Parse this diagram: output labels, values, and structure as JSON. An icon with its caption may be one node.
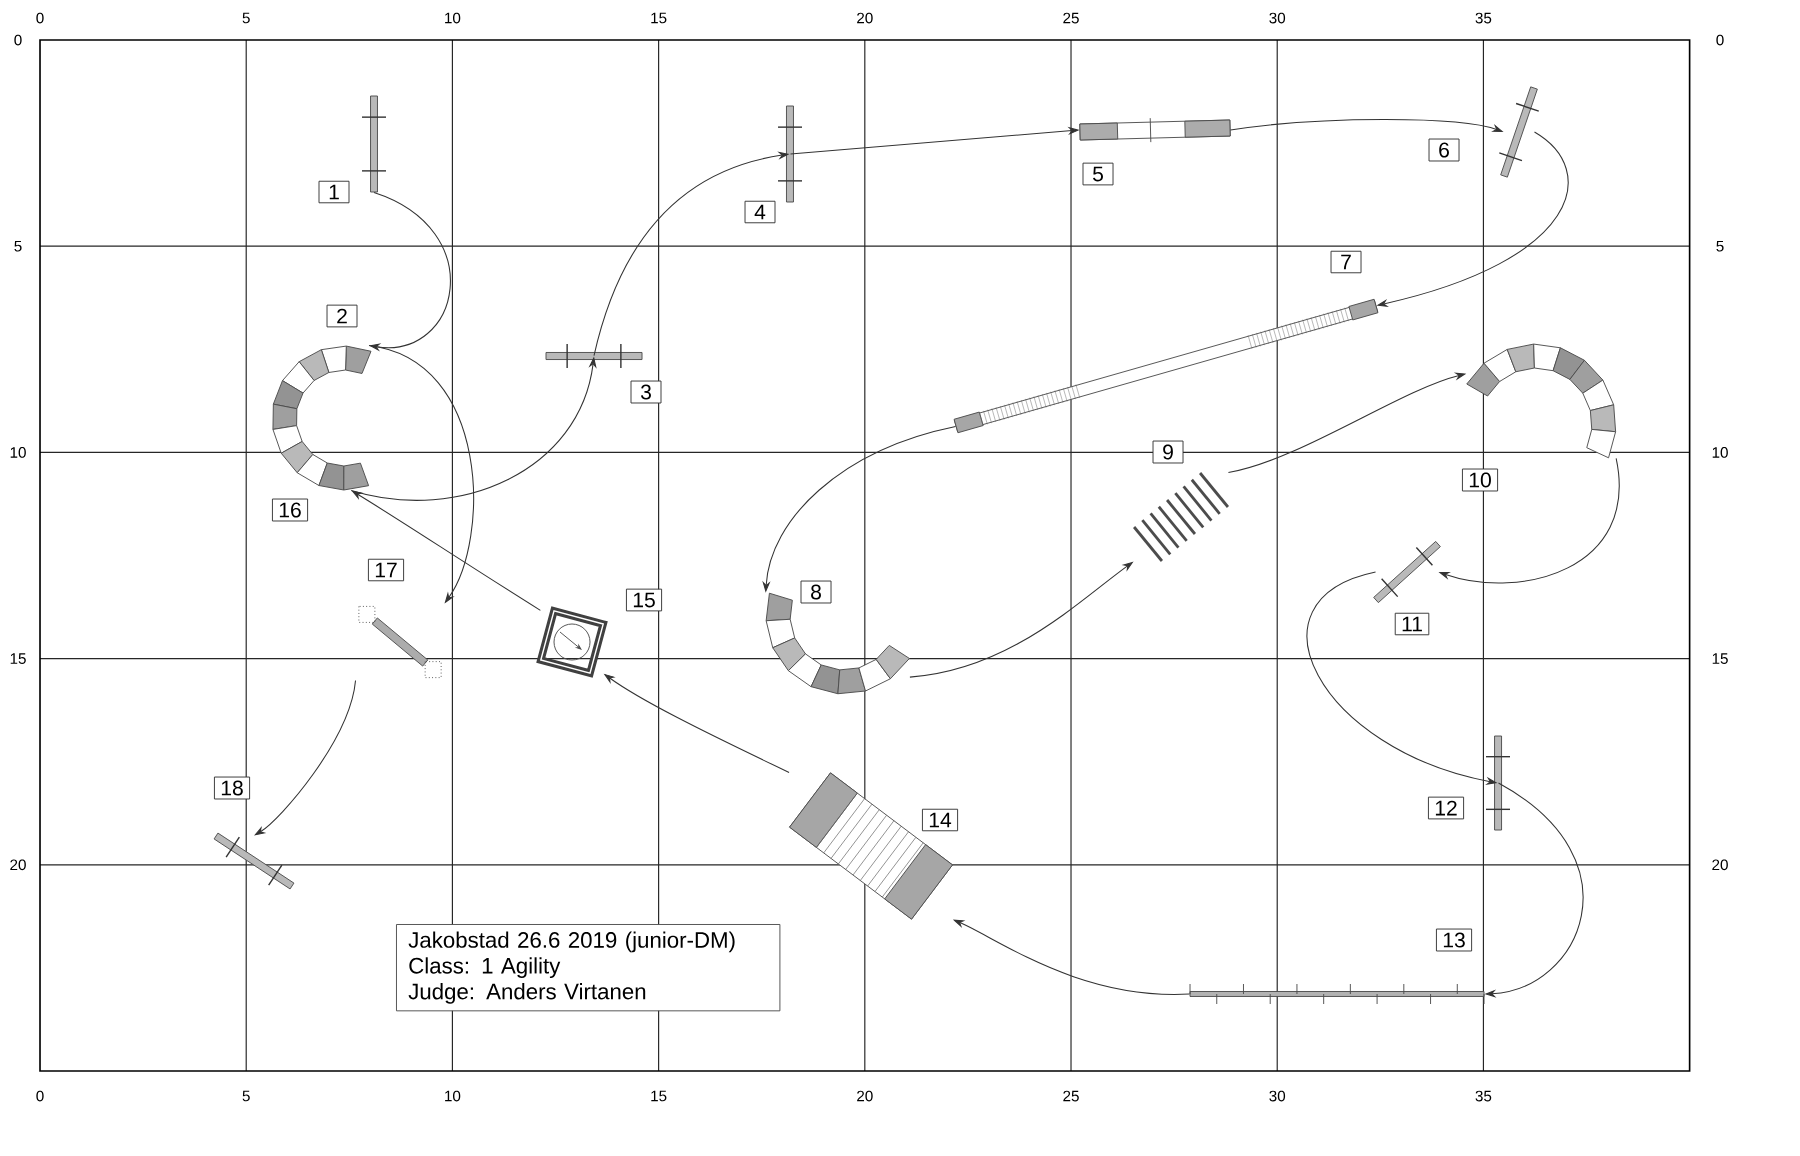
{
  "diagram": {
    "nodes": [
      {
        "text": [],
        "shape": "picture",
        "beside": [
          "1"
        ]
      },
      {
        "text": [],
        "shape": "picture",
        "beside": [
          "2",
          "16"
        ]
      },
      {
        "text": [],
        "shape": "picture",
        "beside": [
          "3"
        ]
      },
      {
        "text": [],
        "shape": "picture",
        "beside": [
          "4"
        ]
      },
      {
        "text": [],
        "shape": "picture",
        "beside": [
          "5"
        ]
      },
      {
        "text": [],
        "shape": "picture",
        "beside": [
          "6"
        ]
      },
      {
        "text": [],
        "shape": "picture",
        "beside": [
          "7"
        ]
      },
      {
        "text": [],
        "shape": "picture",
        "beside": [
          "8"
        ]
      },
      {
        "text": [],
        "shape": "picture",
        "beside": [
          "9"
        ]
      },
      {
        "text": [],
        "shape": "picture",
        "beside": [
          "10"
        ]
      },
      {
        "text": [],
        "shape": "picture",
        "beside": [
          "11"
        ]
      },
      {
        "text": [],
        "shape": "picture",
        "beside": [
          "12"
        ]
      },
      {
        "text": [],
        "shape": "picture",
        "beside": [
          "13"
        ]
      },
      {
        "text": [],
        "shape": "picture",
        "beside": [
          "14"
        ]
      },
      {
        "text": [],
        "shape": "picture",
        "beside": [
          "15"
        ]
      },
      {
        "text": [],
        "shape": "picture",
        "beside": [
          "17"
        ]
      },
      {
        "text": [],
        "shape": "picture",
        "beside": [
          "18"
        ]
      },
      {
        "text": [
          "Jakobstad 26.6 2019 (junior-DM)",
          "Class: 1 Agility",
          "Judge: Anders Virtanen"
        ]
      }
    ],
    "edges": [
      {
        "from": 0,
        "to": 1,
        "arrow": "to"
      },
      {
        "from": 1,
        "to": 2,
        "arrow": "to"
      },
      {
        "from": 2,
        "to": 3,
        "arrow": "to"
      },
      {
        "from": 3,
        "to": 4,
        "arrow": "to"
      },
      {
        "from": 4,
        "to": 5,
        "arrow": "to"
      },
      {
        "from": 5,
        "to": 6,
        "arrow": "to"
      },
      {
        "from": 6,
        "to": 7,
        "arrow": "to"
      },
      {
        "from": 7,
        "to": 8,
        "arrow": "to"
      },
      {
        "from": 8,
        "to": 9,
        "arrow": "to"
      },
      {
        "from": 9,
        "to": 10,
        "arrow": "to"
      },
      {
        "from": 10,
        "to": 11,
        "arrow": "to"
      },
      {
        "from": 11,
        "to": 12,
        "arrow": "to"
      },
      {
        "from": 12,
        "to": 13,
        "arrow": "to"
      },
      {
        "from": 13,
        "to": 14,
        "arrow": "to"
      },
      {
        "from": 14,
        "to": 1,
        "arrow": "to"
      },
      {
        "from": 1,
        "to": 15,
        "arrow": "to"
      },
      {
        "from": 15,
        "to": 16,
        "arrow": "to"
      }
    ],
    "labels": [
      "0",
      "5",
      "10",
      "15",
      "20",
      "25",
      "30",
      "35",
      "0",
      "5",
      "10",
      "15",
      "20",
      "0",
      "5",
      "10",
      "15",
      "20",
      "0",
      "5",
      "10",
      "15",
      "20",
      "25",
      "30",
      "35"
    ]
  }
}
